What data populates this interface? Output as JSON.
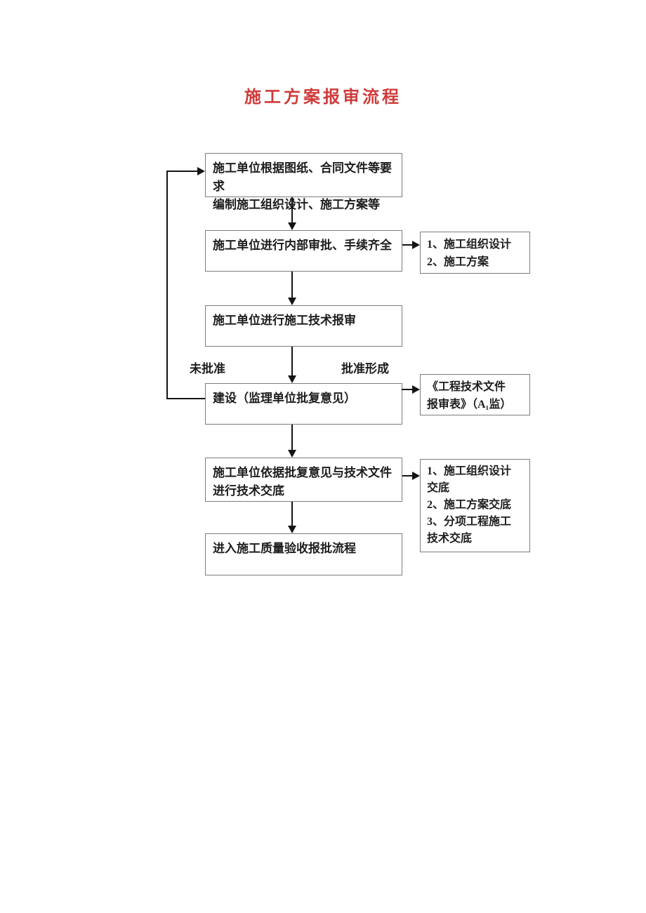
{
  "title": {
    "text": "施工方案报审流程",
    "color": "#cf3b3b"
  },
  "colors": {
    "background": "#ffffff",
    "box_border": "#7c7c7c",
    "line": "#141414",
    "text": "#1d1d1d"
  },
  "flowchart": {
    "main_boxes": [
      {
        "name": "prepare-documents",
        "lines": [
          "施工单位根据图纸、合同文件等要求",
          "编制施工组织设计、施工方案等"
        ]
      },
      {
        "name": "internal-approval",
        "lines": [
          "施工单位进行内部审批、手续齐全"
        ]
      },
      {
        "name": "technical-submission",
        "lines": [
          "施工单位进行施工技术报审"
        ]
      },
      {
        "name": "owner-supervisor-review",
        "lines": [
          "建设（监理单位批复意见）"
        ]
      },
      {
        "name": "technical-disclosure",
        "lines": [
          "施工单位依据批复意见与技术文件",
          "进行技术交底"
        ]
      },
      {
        "name": "quality-acceptance",
        "lines": [
          "进入施工质量验收报批流程"
        ]
      }
    ],
    "side_boxes": [
      {
        "name": "internal-approval-outputs",
        "lines": [
          "1、施工组织设计",
          "2、施工方案"
        ]
      },
      {
        "name": "review-form-output",
        "lines": [
          "《工程技术文件",
          "报审表》（A₁监）"
        ]
      },
      {
        "name": "disclosure-outputs",
        "lines": [
          "1、施工组织设计",
          "交底",
          "2、施工方案交底",
          "3、分项工程施工",
          "技术交底"
        ]
      }
    ],
    "edge_labels": [
      {
        "name": "not-approved",
        "text": "未批准"
      },
      {
        "name": "approved",
        "text": "批准形成"
      }
    ],
    "edges": [
      {
        "from": "prepare-documents",
        "to": "internal-approval"
      },
      {
        "from": "internal-approval",
        "to": "technical-submission"
      },
      {
        "from": "technical-submission",
        "to": "owner-supervisor-review"
      },
      {
        "from": "owner-supervisor-review",
        "to": "technical-disclosure"
      },
      {
        "from": "technical-disclosure",
        "to": "quality-acceptance"
      },
      {
        "from": "internal-approval",
        "to": "internal-approval-outputs"
      },
      {
        "from": "owner-supervisor-review",
        "to": "review-form-output"
      },
      {
        "from": "technical-disclosure",
        "to": "disclosure-outputs"
      },
      {
        "from": "owner-supervisor-review",
        "to": "prepare-documents",
        "label": "未批准"
      }
    ]
  }
}
